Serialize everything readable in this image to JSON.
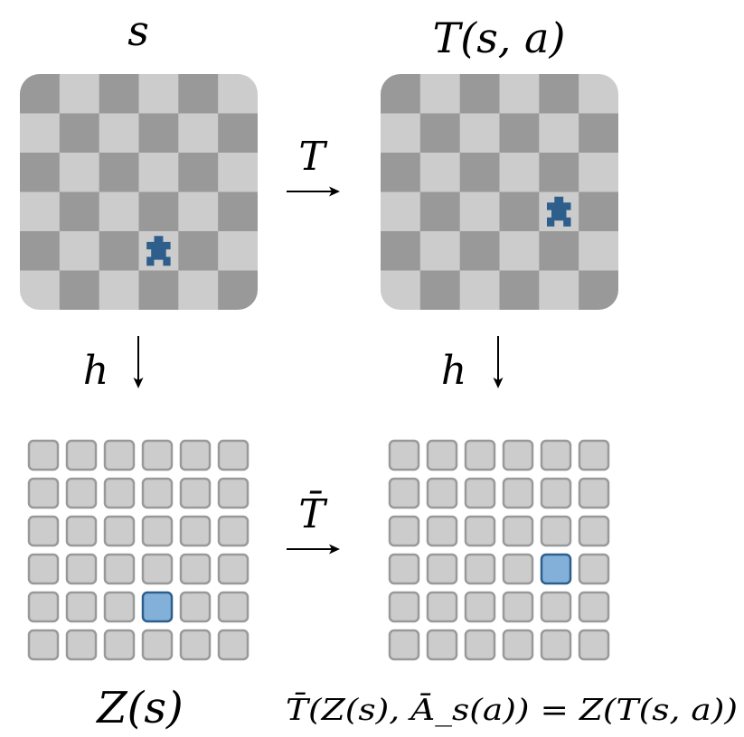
{
  "labels": {
    "state": "s",
    "next_state": "T(s, a)",
    "transition": "T",
    "encoder_left": "h",
    "encoder_right": "h",
    "latent_transition": "T̄",
    "latent_state": "Z(s)",
    "equivariance_equation": "T̄(Z(s), Ā_s(a)) = Z(T(s, a))"
  },
  "grid": {
    "rows": 6,
    "cols": 6
  },
  "state_board": {
    "piece_row": 4,
    "piece_col": 3
  },
  "next_state_board": {
    "piece_row": 3,
    "piece_col": 4
  },
  "latent_grid": {
    "active_row": 4,
    "active_col": 3
  },
  "latent_next_grid": {
    "active_row": 3,
    "active_col": 4
  },
  "colors": {
    "dark_square": "#999999",
    "light_square": "#cccccc",
    "piece": "#2e5e8c",
    "cell_fill": "#cccccc",
    "cell_stroke": "#999999",
    "active_fill": "#82b0d8",
    "active_stroke": "#2e5e8c",
    "arrow": "#000000"
  }
}
